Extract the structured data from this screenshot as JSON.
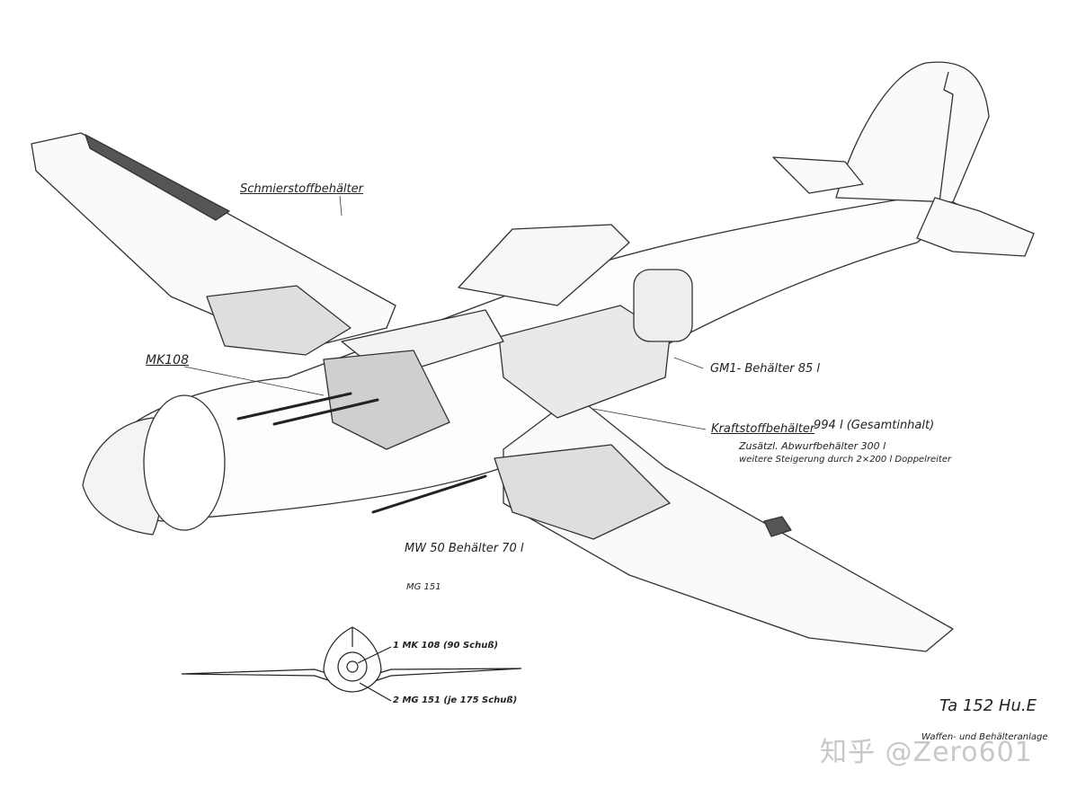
{
  "labels": {
    "schmierstoff": "Schmierstoffbehälter",
    "mk108": "MK108",
    "gm1": "GM1- Behälter 85 l",
    "kraftstoff_name": "Kraftstoffbehälter",
    "kraftstoff_amount": "994 l (Gesamtinhalt)",
    "zusatz_1": "Zusätzl. Abwurfbehälter 300 l",
    "zusatz_2": "weitere Steigerung durch 2×200 l Doppelreiter",
    "mw50": "MW 50 Behälter 70 l",
    "mg151": "MG 151",
    "front_mk108": "1 MK 108 (90 Schuß)",
    "front_mg151": "2 MG 151 (je 175 Schuß)",
    "title": "Ta 152 Hu.E",
    "subtitle": "Waffen- und Behälteranlage"
  },
  "watermark": "知乎 @Zero601"
}
